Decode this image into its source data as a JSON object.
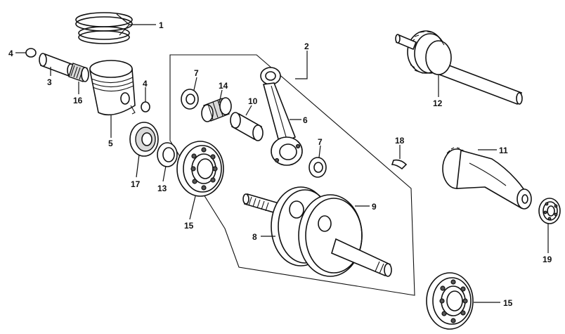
{
  "labels": {
    "p1": "1",
    "p2": "2",
    "p3": "3",
    "p4a": "4",
    "p4b": "4",
    "p5": "5",
    "p6": "6",
    "p7a": "7",
    "p7b": "7",
    "p8": "8",
    "p9": "9",
    "p10": "10",
    "p11": "11",
    "p12": "12",
    "p13": "13",
    "p14": "14",
    "p15a": "15",
    "p15b": "15",
    "p16": "16",
    "p17": "17",
    "p18": "18",
    "p19": "19"
  }
}
